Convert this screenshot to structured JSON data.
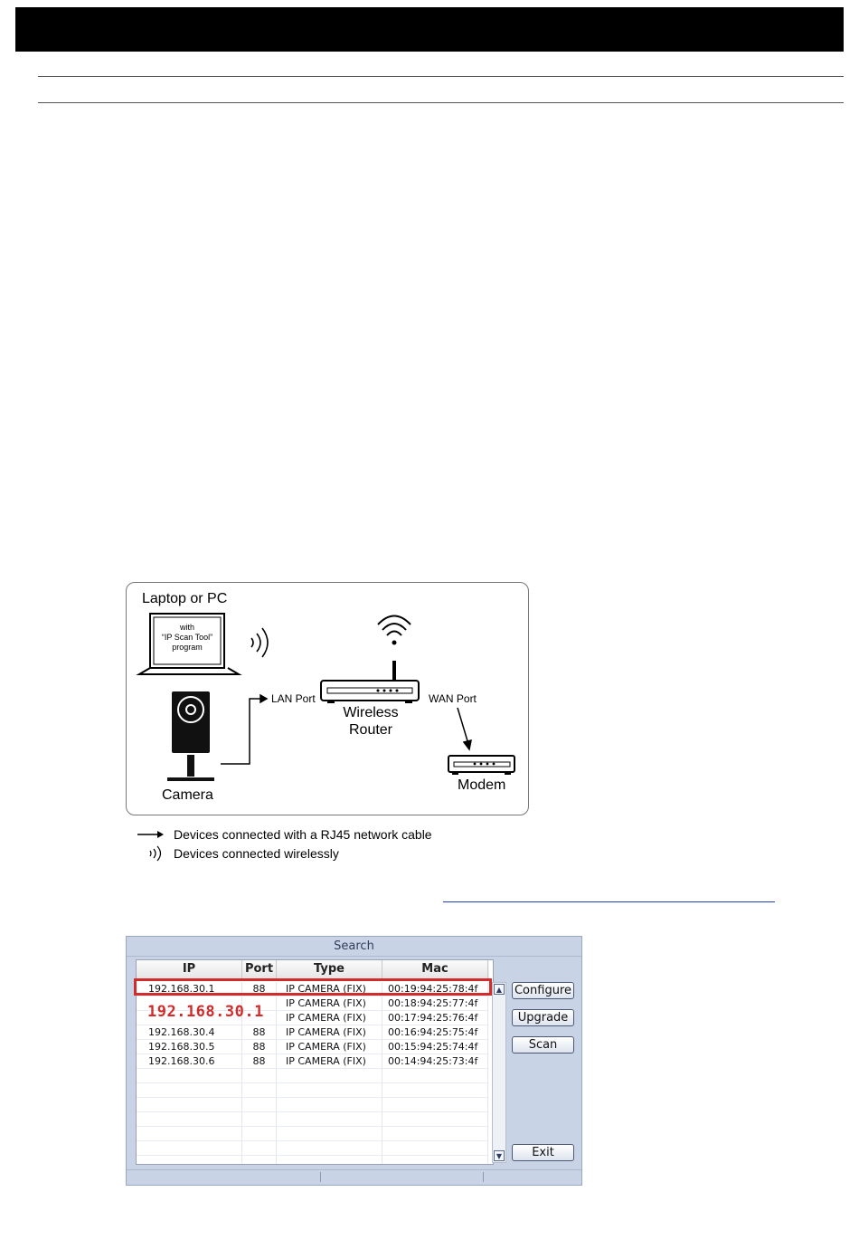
{
  "diagram": {
    "laptop_label": "Laptop or PC",
    "screen_line1": "with",
    "screen_line2": "“IP Scan Tool”",
    "screen_line3": "program",
    "camera_label": "Camera",
    "lan_port": "LAN Port",
    "router_line1": "Wireless",
    "router_line2": "Router",
    "wan_port": "WAN Port",
    "modem_label": "Modem"
  },
  "legend": {
    "cable": "Devices connected with a RJ45 network cable",
    "wireless": "Devices connected wirelessly"
  },
  "search_window": {
    "title": "Search",
    "columns": [
      "IP",
      "Port",
      "Type",
      "Mac"
    ],
    "rows": [
      {
        "ip": "192.168.30.1",
        "port": "88",
        "type": "IP CAMERA (FIX)",
        "mac": "00:19:94:25:78:4f"
      },
      {
        "ip": "",
        "port": "",
        "type": "IP CAMERA (FIX)",
        "mac": "00:18:94:25:77:4f"
      },
      {
        "ip": "",
        "port": "",
        "type": "IP CAMERA (FIX)",
        "mac": "00:17:94:25:76:4f"
      },
      {
        "ip": "192.168.30.4",
        "port": "88",
        "type": "IP CAMERA (FIX)",
        "mac": "00:16:94:25:75:4f"
      },
      {
        "ip": "192.168.30.5",
        "port": "88",
        "type": "IP CAMERA (FIX)",
        "mac": "00:15:94:25:74:4f"
      },
      {
        "ip": "192.168.30.6",
        "port": "88",
        "type": "IP CAMERA (FIX)",
        "mac": "00:14:94:25:73:4f"
      }
    ],
    "highlight_ip": "192.168.30.1",
    "buttons": {
      "configure": "Configure",
      "upgrade": "Upgrade",
      "scan": "Scan",
      "exit": "Exit"
    }
  },
  "colors": {
    "highlight": "#d12b2b",
    "window_bg": "#c9d3e6",
    "link": "#1f3fbf"
  }
}
